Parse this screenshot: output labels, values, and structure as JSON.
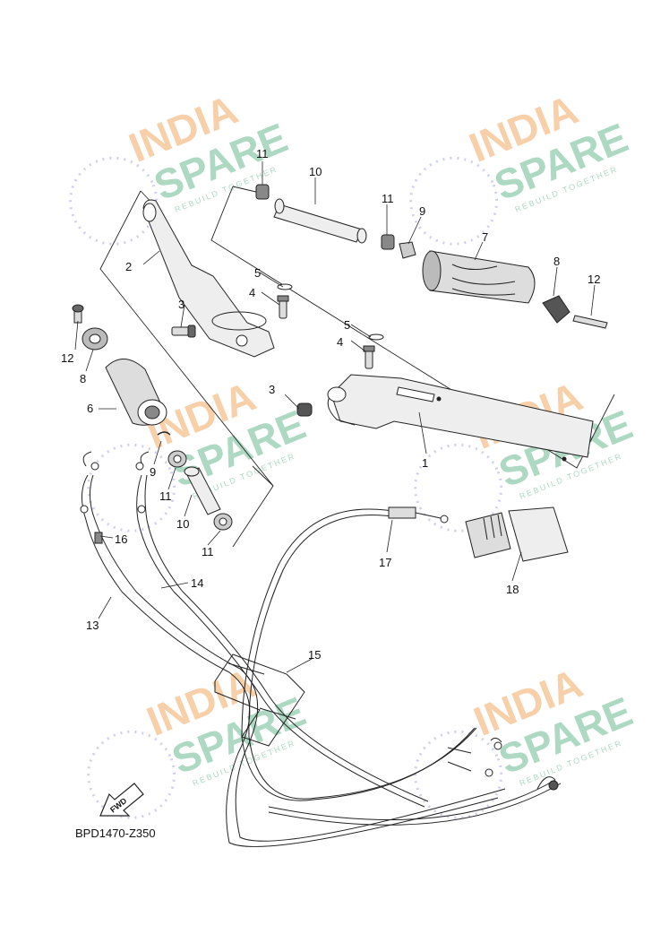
{
  "diagram": {
    "code": "BPD1470-Z350",
    "direction_label": "FWD",
    "callouts": [
      "1",
      "2",
      "3",
      "3",
      "4",
      "4",
      "5",
      "5",
      "6",
      "7",
      "8",
      "8",
      "9",
      "9",
      "10",
      "10",
      "11",
      "11",
      "11",
      "11",
      "12",
      "12",
      "13",
      "14",
      "15",
      "16",
      "17",
      "18"
    ]
  },
  "watermark": {
    "line1": "INDIA",
    "line2": "SPARE",
    "tagline": "REBUILD TOGETHER",
    "colors": {
      "orange": "#f6c79a",
      "green": "#9fd3b9",
      "blue": "#c6c7ea"
    }
  },
  "colors": {
    "line": "#222222",
    "part_fill": "#eeeeee",
    "dark": "#555555"
  }
}
